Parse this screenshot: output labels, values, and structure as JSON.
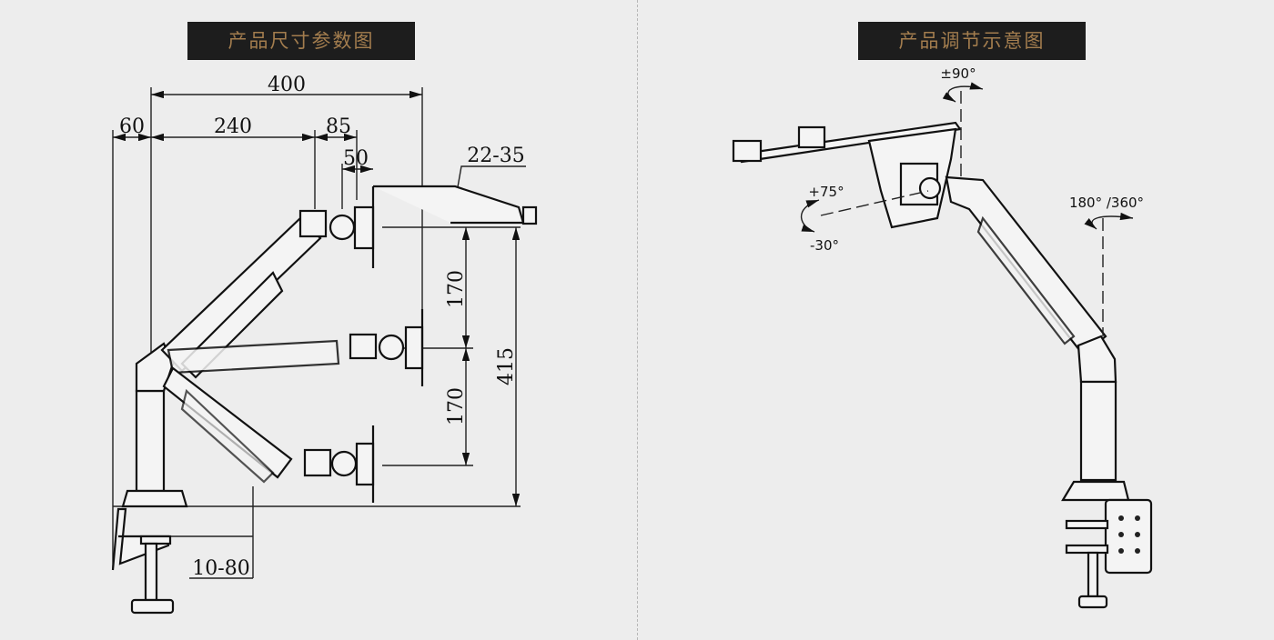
{
  "left_panel": {
    "title": "产品尺寸参数图",
    "dimensions": {
      "total_reach": "400",
      "clamp_offset": "60",
      "arm_length": "240",
      "joint_length": "85",
      "tilt_length": "50",
      "tray_width": "22-35",
      "height_step_upper": "170",
      "height_step_lower": "170",
      "total_height": "415",
      "desk_thickness": "10-80"
    }
  },
  "right_panel": {
    "title": "产品调节示意图",
    "angles": {
      "rotation": "±90°",
      "tilt_up": "+75°",
      "tilt_down": "-30°",
      "swivel": "180° /360°"
    }
  }
}
